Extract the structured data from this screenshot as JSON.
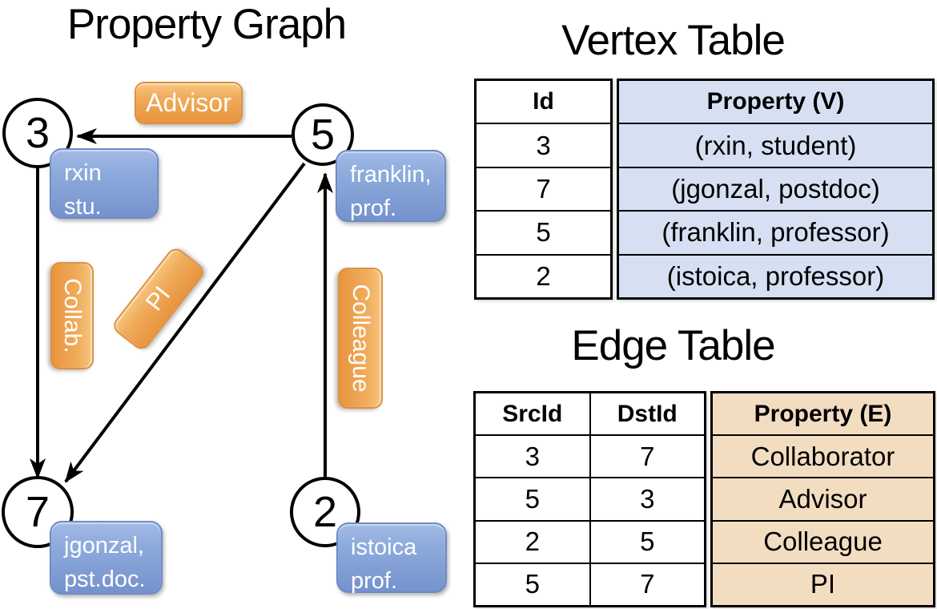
{
  "titles": {
    "graph": "Property Graph",
    "vertex_table": "Vertex Table",
    "edge_table": "Edge Table"
  },
  "graph": {
    "vertices": [
      {
        "id": "3",
        "prop1": "rxin",
        "prop2": "stu."
      },
      {
        "id": "5",
        "prop1": "franklin,",
        "prop2": "prof."
      },
      {
        "id": "7",
        "prop1": "jgonzal,",
        "prop2": "pst.doc."
      },
      {
        "id": "2",
        "prop1": "istoica",
        "prop2": "prof."
      }
    ],
    "edge_labels": {
      "advisor": "Advisor",
      "collab": "Collab.",
      "pi": "PI",
      "colleague": "Colleague"
    }
  },
  "vertex_table": {
    "headers": {
      "id": "Id",
      "property": "Property (V)"
    },
    "rows": [
      {
        "id": "3",
        "property": "(rxin, student)"
      },
      {
        "id": "7",
        "property": "(jgonzal, postdoc)"
      },
      {
        "id": "5",
        "property": "(franklin, professor)"
      },
      {
        "id": "2",
        "property": "(istoica, professor)"
      }
    ]
  },
  "edge_table": {
    "headers": {
      "src": "SrcId",
      "dst": "DstId",
      "property": "Property (E)"
    },
    "rows": [
      {
        "src": "3",
        "dst": "7",
        "property": "Collaborator"
      },
      {
        "src": "5",
        "dst": "3",
        "property": "Advisor"
      },
      {
        "src": "2",
        "dst": "5",
        "property": "Colleague"
      },
      {
        "src": "5",
        "dst": "7",
        "property": "PI"
      }
    ]
  },
  "colors": {
    "edge_label_fill": "#F0AC5C",
    "edge_label_border": "#DC9140",
    "vertex_box_fill": "#8FACDD",
    "vertex_box_border": "#6E8BC8",
    "vertex_table_fill": "#D6E0F2",
    "edge_table_fill": "#F3DDC1",
    "line_color": "#000000",
    "text_on_boxes": "#FFFFFF"
  }
}
